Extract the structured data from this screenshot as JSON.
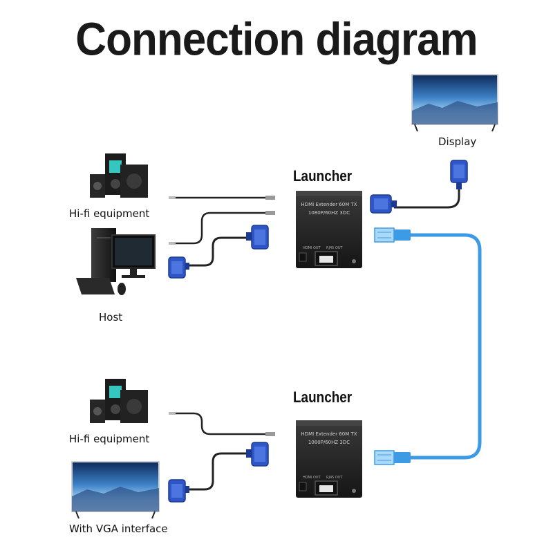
{
  "title": "Connection diagram",
  "units": {
    "top": {
      "label": "Launcher",
      "device_text_1": "HDMI Extender 60M TX",
      "device_text_2": "1080P/60HZ 3DC",
      "port_left": "HDMI OUT",
      "port_right": "RJ45 OUT"
    },
    "bottom": {
      "label": "Launcher",
      "device_text_1": "HDMI Extender 60M TX",
      "device_text_2": "1080P/60HZ 3DC",
      "port_left": "HDMI OUT",
      "port_right": "RJ45 OUT"
    }
  },
  "devices": {
    "display": "Display",
    "hifi_top": "Hi-fi equipment",
    "host": "Host",
    "hifi_bottom": "Hi-fi equipment",
    "vga_display": "With VGA interface"
  },
  "colors": {
    "cable_blue": "#3d9be6",
    "connector_blue": "#2f56c7",
    "device_body": "#2a2a2a"
  }
}
